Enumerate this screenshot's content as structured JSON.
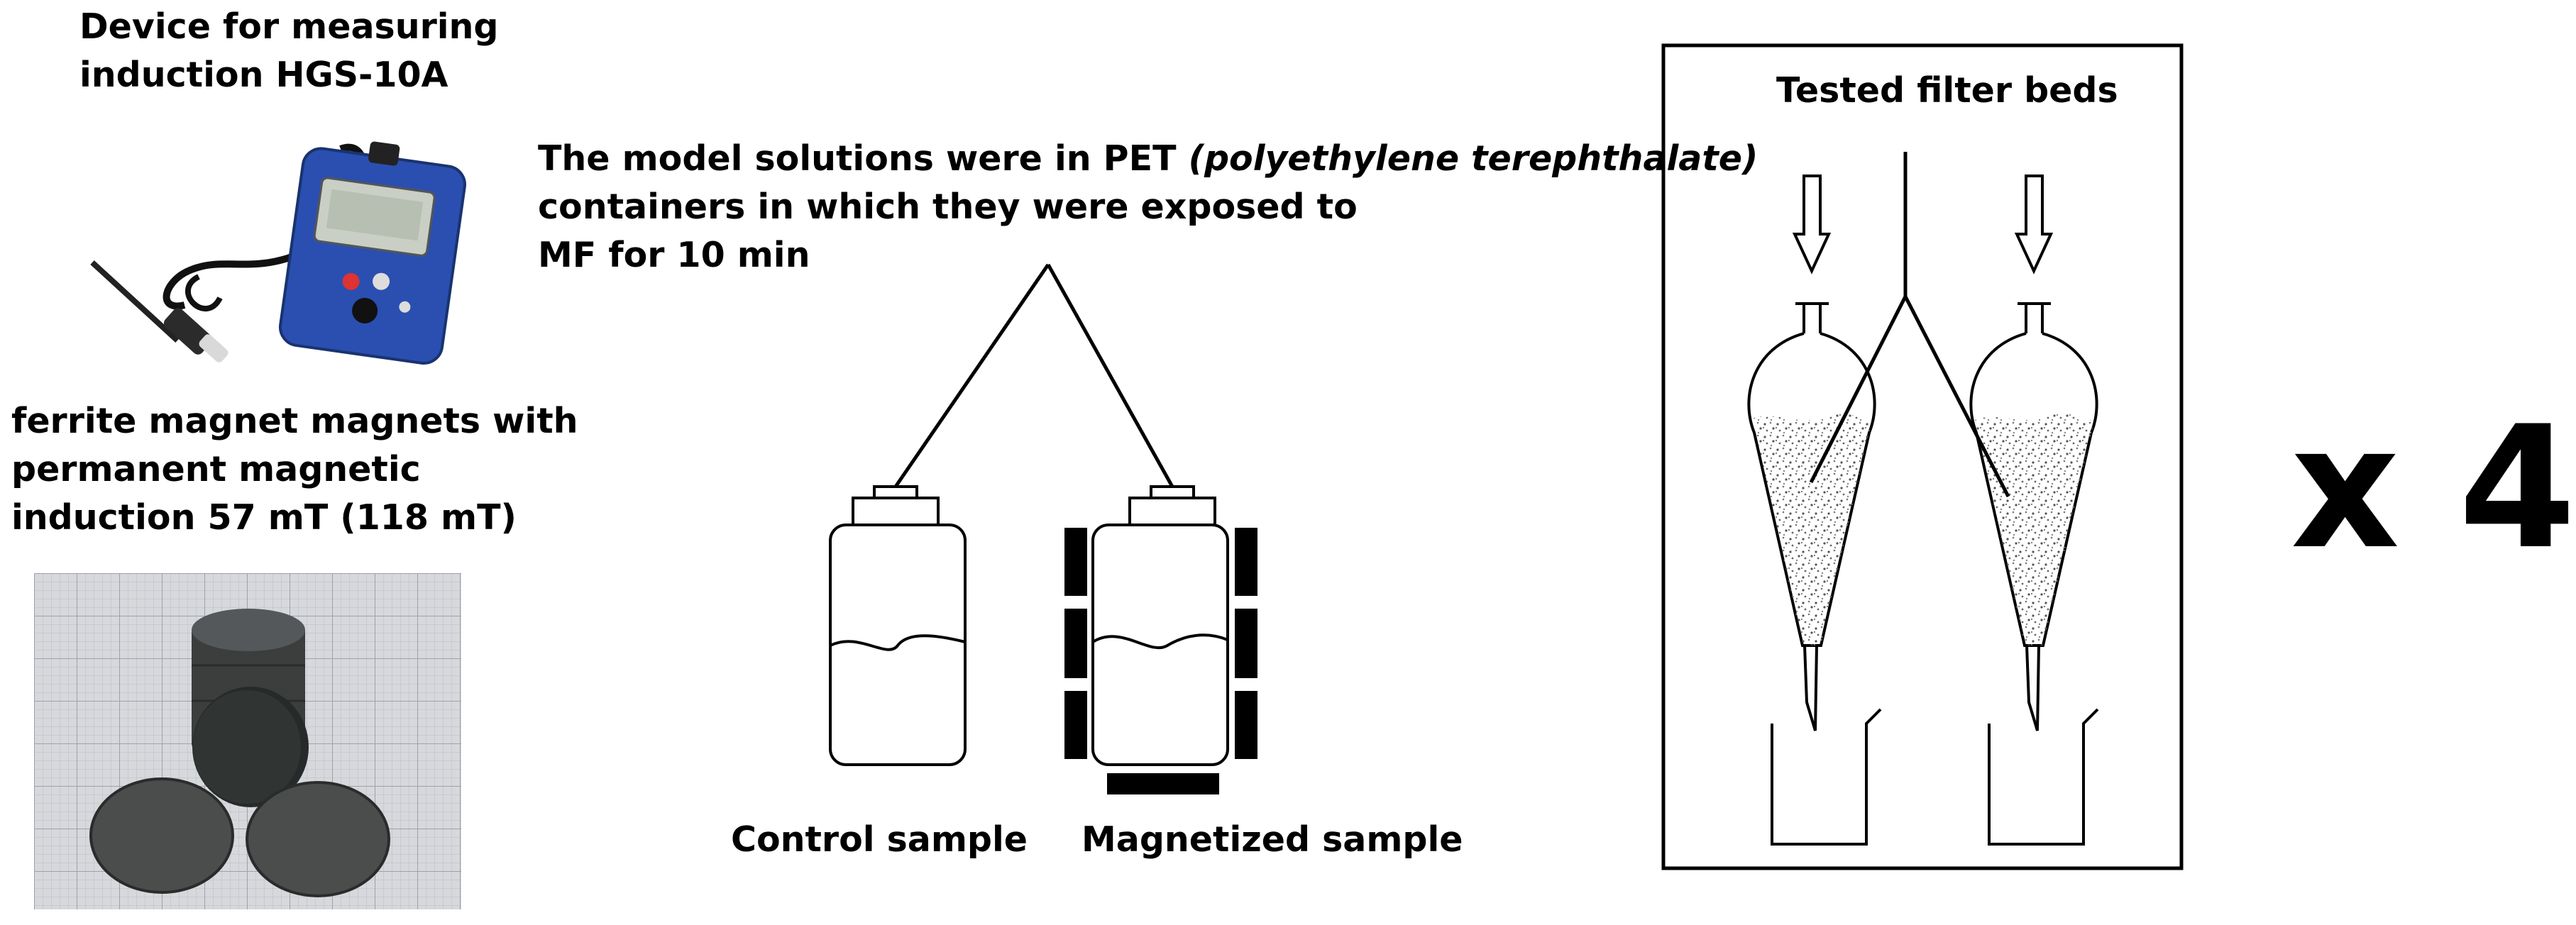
{
  "labels": {
    "device_line1": "Device for measuring",
    "device_line2": "induction   HGS-10A",
    "magnets_line1": "ferrite magnet magnets with",
    "magnets_line2": "permanent magnetic",
    "magnets_line3": "induction 57 mT (118 mT)",
    "solutions_line1_plain": "The model solutions were in PET ",
    "solutions_line1_italic": "(polyethylene terephthalate)",
    "solutions_line2": "containers in which they were exposed to",
    "solutions_line3": "MF for 10 min",
    "control_sample": "Control sample",
    "magnetized_sample": "Magnetized sample",
    "filter_beds_title": "Tested filter beds",
    "multiplier": "x 4"
  },
  "colors": {
    "device_body": "#2a4fb0",
    "device_screen": "#c9cfc4",
    "magnet": "#3b3e3c",
    "grid_paper": "#d7d8dc",
    "ink": "#000000"
  }
}
